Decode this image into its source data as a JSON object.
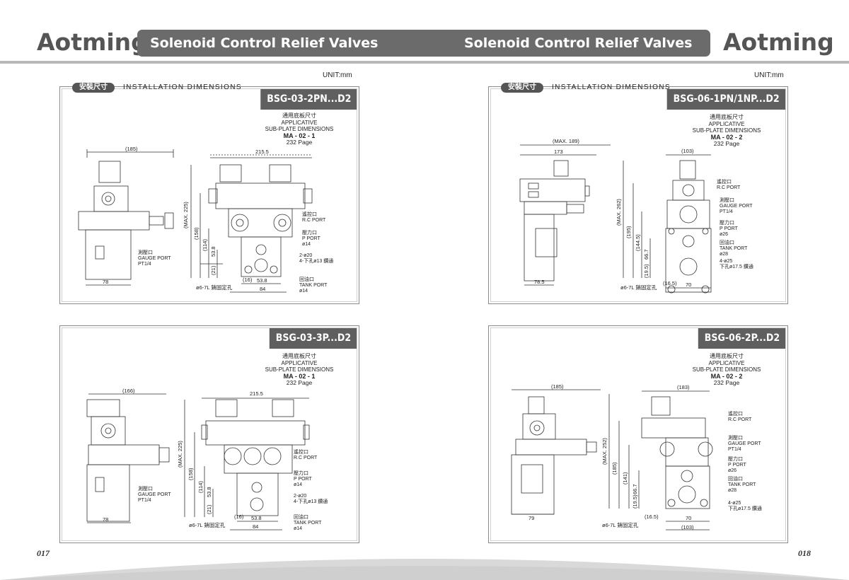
{
  "header": {
    "logo_left": "Aotming",
    "logo_right": "Aotming",
    "title_left": "Solenoid Control Relief Valves",
    "title_right": "Solenoid Control Relief Valves"
  },
  "unit_label": "UNIT:mm",
  "install_label": {
    "badge": "安裝尺寸",
    "text": "INSTALLATION DIMENSIONS"
  },
  "panels": [
    {
      "model": "BSG-03-2PN...D2",
      "subplate": {
        "cn": "通用底板尺寸",
        "en1": "APPLICATIVE",
        "en2": "SUB-PLATE DIMENSIONS",
        "code": "MA - 02 - 1",
        "page": "232 Page"
      },
      "dims": {
        "side_w": "(185)",
        "front_w": "215.5",
        "max_h": "(MAX. 225)",
        "h1": "(158)",
        "h2": "(114)",
        "h3": "53.8",
        "h4": "(21)",
        "base_w": "78",
        "bot1": "(16)",
        "bot2": "53.8",
        "bot3": "84",
        "mount": "ø6-7L 銷固定孔"
      },
      "ports": {
        "rc": [
          "遙控口",
          "R.C PORT"
        ],
        "p": [
          "壓力口",
          "P PORT",
          "ø14"
        ],
        "holes": [
          "2-ø20",
          "4-下孔ø13 鑽通"
        ],
        "tank": [
          "回油口",
          "TANK PORT",
          "ø14"
        ],
        "gauge": [
          "測壓口",
          "GAUGE PORT",
          "PT1/4"
        ]
      }
    },
    {
      "model": "BSG-06-1PN/1NP...D2",
      "subplate": {
        "cn": "通用底板尺寸",
        "en1": "APPLICATIVE",
        "en2": "SUB-PLATE DIMENSIONS",
        "code": "MA - 02 - 2",
        "page": "232 Page"
      },
      "dims": {
        "max_w": "(MAX. 189)",
        "side_w": "173",
        "front_w": "(103)",
        "max_h": "(MAX. 262)",
        "h1": "(195)",
        "h2": "(144.5)",
        "h3": "66.7",
        "h4": "(19.5)",
        "base_w": "78.5",
        "bot1": "(16.5)",
        "bot2": "70",
        "mount": "ø6-7L 銷固定孔"
      },
      "ports": {
        "rc": [
          "遙控口",
          "R.C PORT"
        ],
        "gauge": [
          "測壓口",
          "GAUGE PORT",
          "PT1/4"
        ],
        "p": [
          "壓力口",
          "P PORT",
          "ø26"
        ],
        "tank": [
          "回油口",
          "TANK PORT",
          "ø28"
        ],
        "holes": [
          "4-ø25",
          "下孔ø17.5 鑽通"
        ]
      }
    },
    {
      "model": "BSG-03-3P...D2",
      "subplate": {
        "cn": "通用底板尺寸",
        "en1": "APPLICATIVE",
        "en2": "SUB-PLATE DIMENSIONS",
        "code": "MA - 02 - 1",
        "page": "232 Page"
      },
      "dims": {
        "side_w": "(166)",
        "front_w": "215.5",
        "max_h": "(MAX. 225)",
        "h1": "(158)",
        "h2": "(114)",
        "h3": "53.8",
        "h4": "(21)",
        "base_w": "78",
        "bot1": "(16)",
        "bot2": "53.8",
        "bot3": "84",
        "mount": "ø6-7L 銷固定孔"
      },
      "ports": {
        "rc": [
          "遙控口",
          "R.C PORT"
        ],
        "p": [
          "壓力口",
          "P PORT",
          "ø14"
        ],
        "holes": [
          "2-ø20",
          "4-下孔ø13 鑽通"
        ],
        "tank": [
          "回油口",
          "TANK PORT",
          "ø14"
        ],
        "gauge": [
          "測壓口",
          "GAUGE PORT",
          "PT1/4"
        ]
      }
    },
    {
      "model": "BSG-06-2P...D2",
      "subplate": {
        "cn": "通用底板尺寸",
        "en1": "APPLICATIVE",
        "en2": "SUB-PLATE DIMENSIONS",
        "code": "MA - 02 - 2",
        "page": "232 Page"
      },
      "dims": {
        "side_w": "(185)",
        "front_w": "(183)",
        "max_h": "(MAX. 252)",
        "h1": "(185)",
        "h2": "(141)",
        "h3": "66.7",
        "h4": "(19.5)",
        "base_w": "79",
        "bot1": "(16.5)",
        "bot2": "70",
        "bot3": "(103)",
        "mount": "ø6-7L 銷固定孔"
      },
      "ports": {
        "rc": [
          "遙控口",
          "R.C PORT"
        ],
        "gauge": [
          "測壓口",
          "GAUGE PORT",
          "PT1/4"
        ],
        "p": [
          "壓力口",
          "P PORT",
          "ø26"
        ],
        "tank": [
          "回油口",
          "TANK PORT",
          "ø28"
        ],
        "holes": [
          "4-ø25",
          "下孔ø17.5 鑽通"
        ]
      }
    }
  ],
  "page_numbers": {
    "left": "017",
    "right": "018"
  }
}
